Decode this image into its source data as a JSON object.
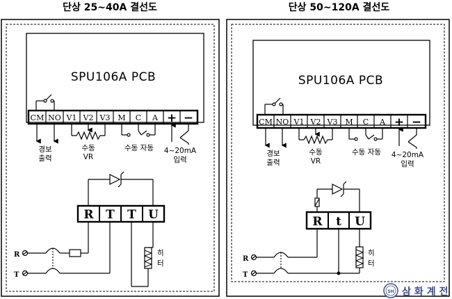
{
  "titles": {
    "left": "단상 25~40A 결선도",
    "right": "단상 50~120A 결선도"
  },
  "pcb_label": "SPU106A PCB",
  "terminals": [
    "CM",
    "NO",
    "V1",
    "V2",
    "V3",
    "M",
    "C",
    "A",
    "+",
    "−"
  ],
  "labels": {
    "alarm_line1": "경보",
    "alarm_line2": "출력",
    "vr_line1": "수동",
    "vr_line2": "VR",
    "manual_auto": "수동 자동",
    "input_line1": "4~20mA",
    "input_line2": "입력",
    "heater_line1": "히",
    "heater_line2": "터"
  },
  "left_power_terminals": [
    "R",
    "T",
    "T",
    "U"
  ],
  "right_power_terminals": [
    "R",
    "t",
    "U"
  ],
  "supply": {
    "r": "R",
    "t": "T"
  },
  "logo": {
    "text": "삼화계전",
    "emblem": "SH"
  }
}
